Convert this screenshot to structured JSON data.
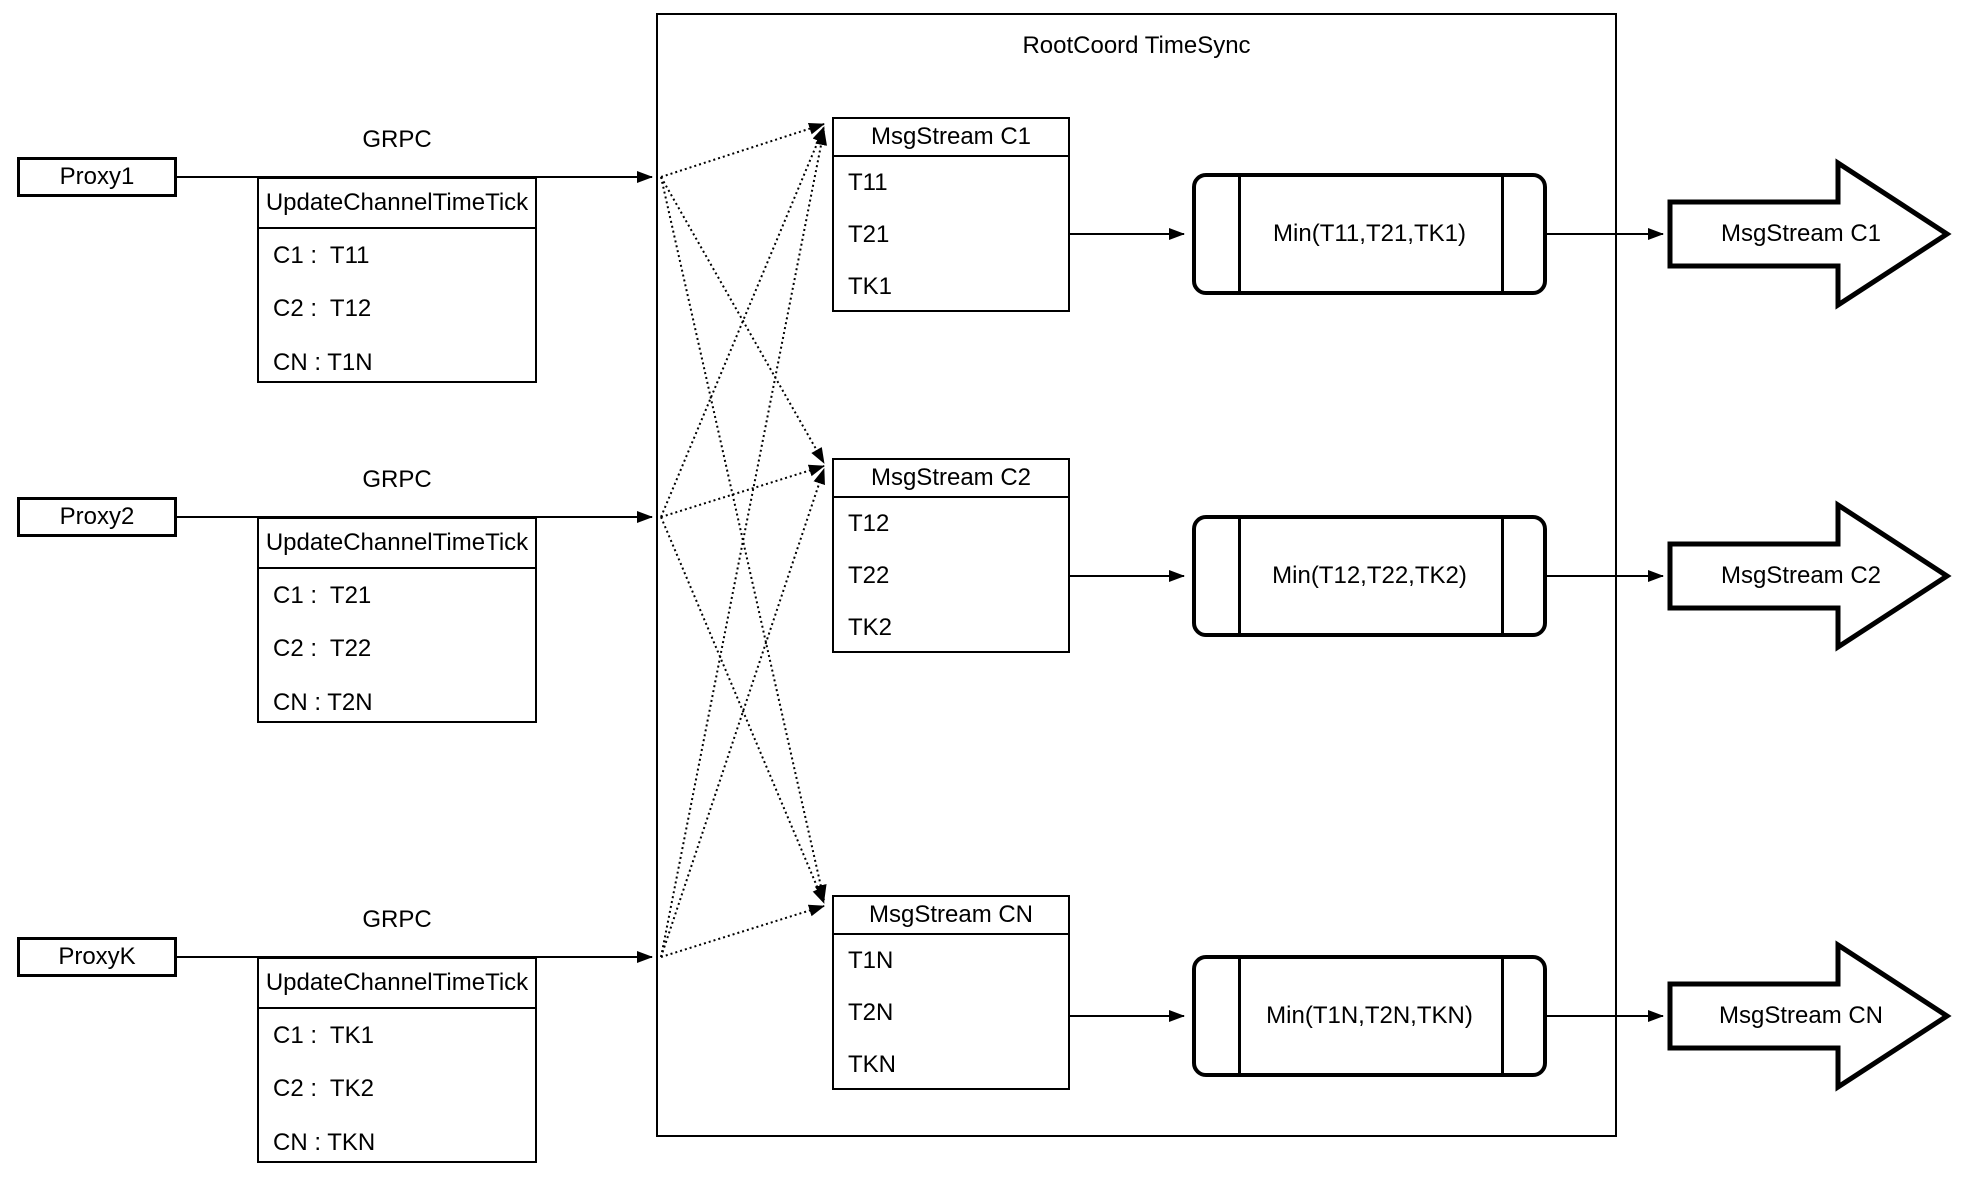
{
  "title": "RootCoord TimeSync",
  "proxies": [
    {
      "name": "Proxy1",
      "protocol": "GRPC",
      "table": {
        "header": "UpdateChannelTimeTick",
        "rows": [
          "C1 :  T11",
          "C2 :  T12",
          "CN : T1N"
        ]
      }
    },
    {
      "name": "Proxy2",
      "protocol": "GRPC",
      "table": {
        "header": "UpdateChannelTimeTick",
        "rows": [
          "C1 :  T21",
          "C2 :  T22",
          "CN : T2N"
        ]
      }
    },
    {
      "name": "ProxyK",
      "protocol": "GRPC",
      "table": {
        "header": "UpdateChannelTimeTick",
        "rows": [
          "C1 :  TK1",
          "C2 :  TK2",
          "CN : TKN"
        ]
      }
    }
  ],
  "streams": [
    {
      "header": "MsgStream C1",
      "ticks": [
        "T11",
        "T21",
        "TK1"
      ],
      "min": "Min(T11,T21,TK1)",
      "output": "MsgStream C1"
    },
    {
      "header": "MsgStream C2",
      "ticks": [
        "T12",
        "T22",
        "TK2"
      ],
      "min": "Min(T12,T22,TK2)",
      "output": "MsgStream C2"
    },
    {
      "header": "MsgStream CN",
      "ticks": [
        "T1N",
        "T2N",
        "TKN"
      ],
      "min": "Min(T1N,T2N,TKN)",
      "output": "MsgStream CN"
    }
  ],
  "colors": {
    "stroke": "#000000",
    "background": "#ffffff"
  }
}
